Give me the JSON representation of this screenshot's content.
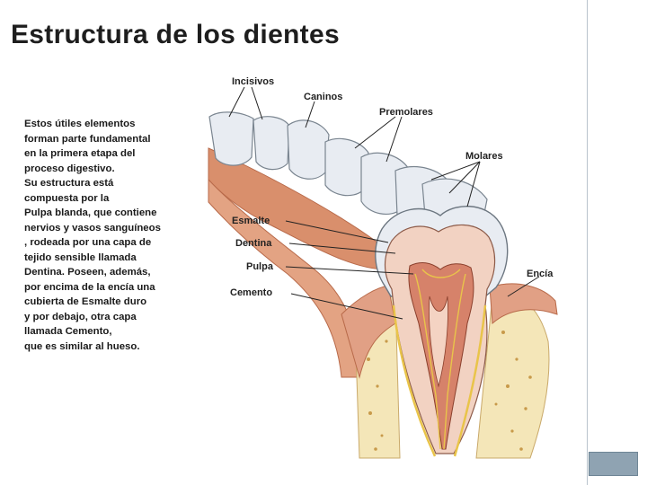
{
  "title": "Estructura de los dientes",
  "description_lines": [
    "Estos útiles elementos",
    "forman parte fundamental",
    "en la primera etapa del",
    "proceso digestivo.",
    "Su estructura está",
    "compuesta por la",
    "Pulpa blanda,  que contiene",
    "nervios y vasos sanguíneos",
    ", rodeada por una capa de",
    "tejido sensible llamada",
    "Dentina. Poseen, además,",
    "por encima de la encía una",
    "cubierta de Esmalte duro",
    "y por debajo, otra capa",
    "llamada Cemento,",
    "que es similar al hueso."
  ],
  "labels": {
    "incisivos": "Incisivos",
    "caninos": "Caninos",
    "premolares": "Premolares",
    "molares": "Molares",
    "esmalte": "Esmalte",
    "dentina": "Dentina",
    "pulpa": "Pulpa",
    "cemento": "Cemento",
    "encia": "Encía"
  },
  "colors": {
    "gum": "#d98f6c",
    "bone": "#f4e6b8",
    "enamel": "#e8ecf2",
    "dentin": "#f2d2c2",
    "pulp": "#d6826a",
    "nerve": "#e9c44a"
  }
}
